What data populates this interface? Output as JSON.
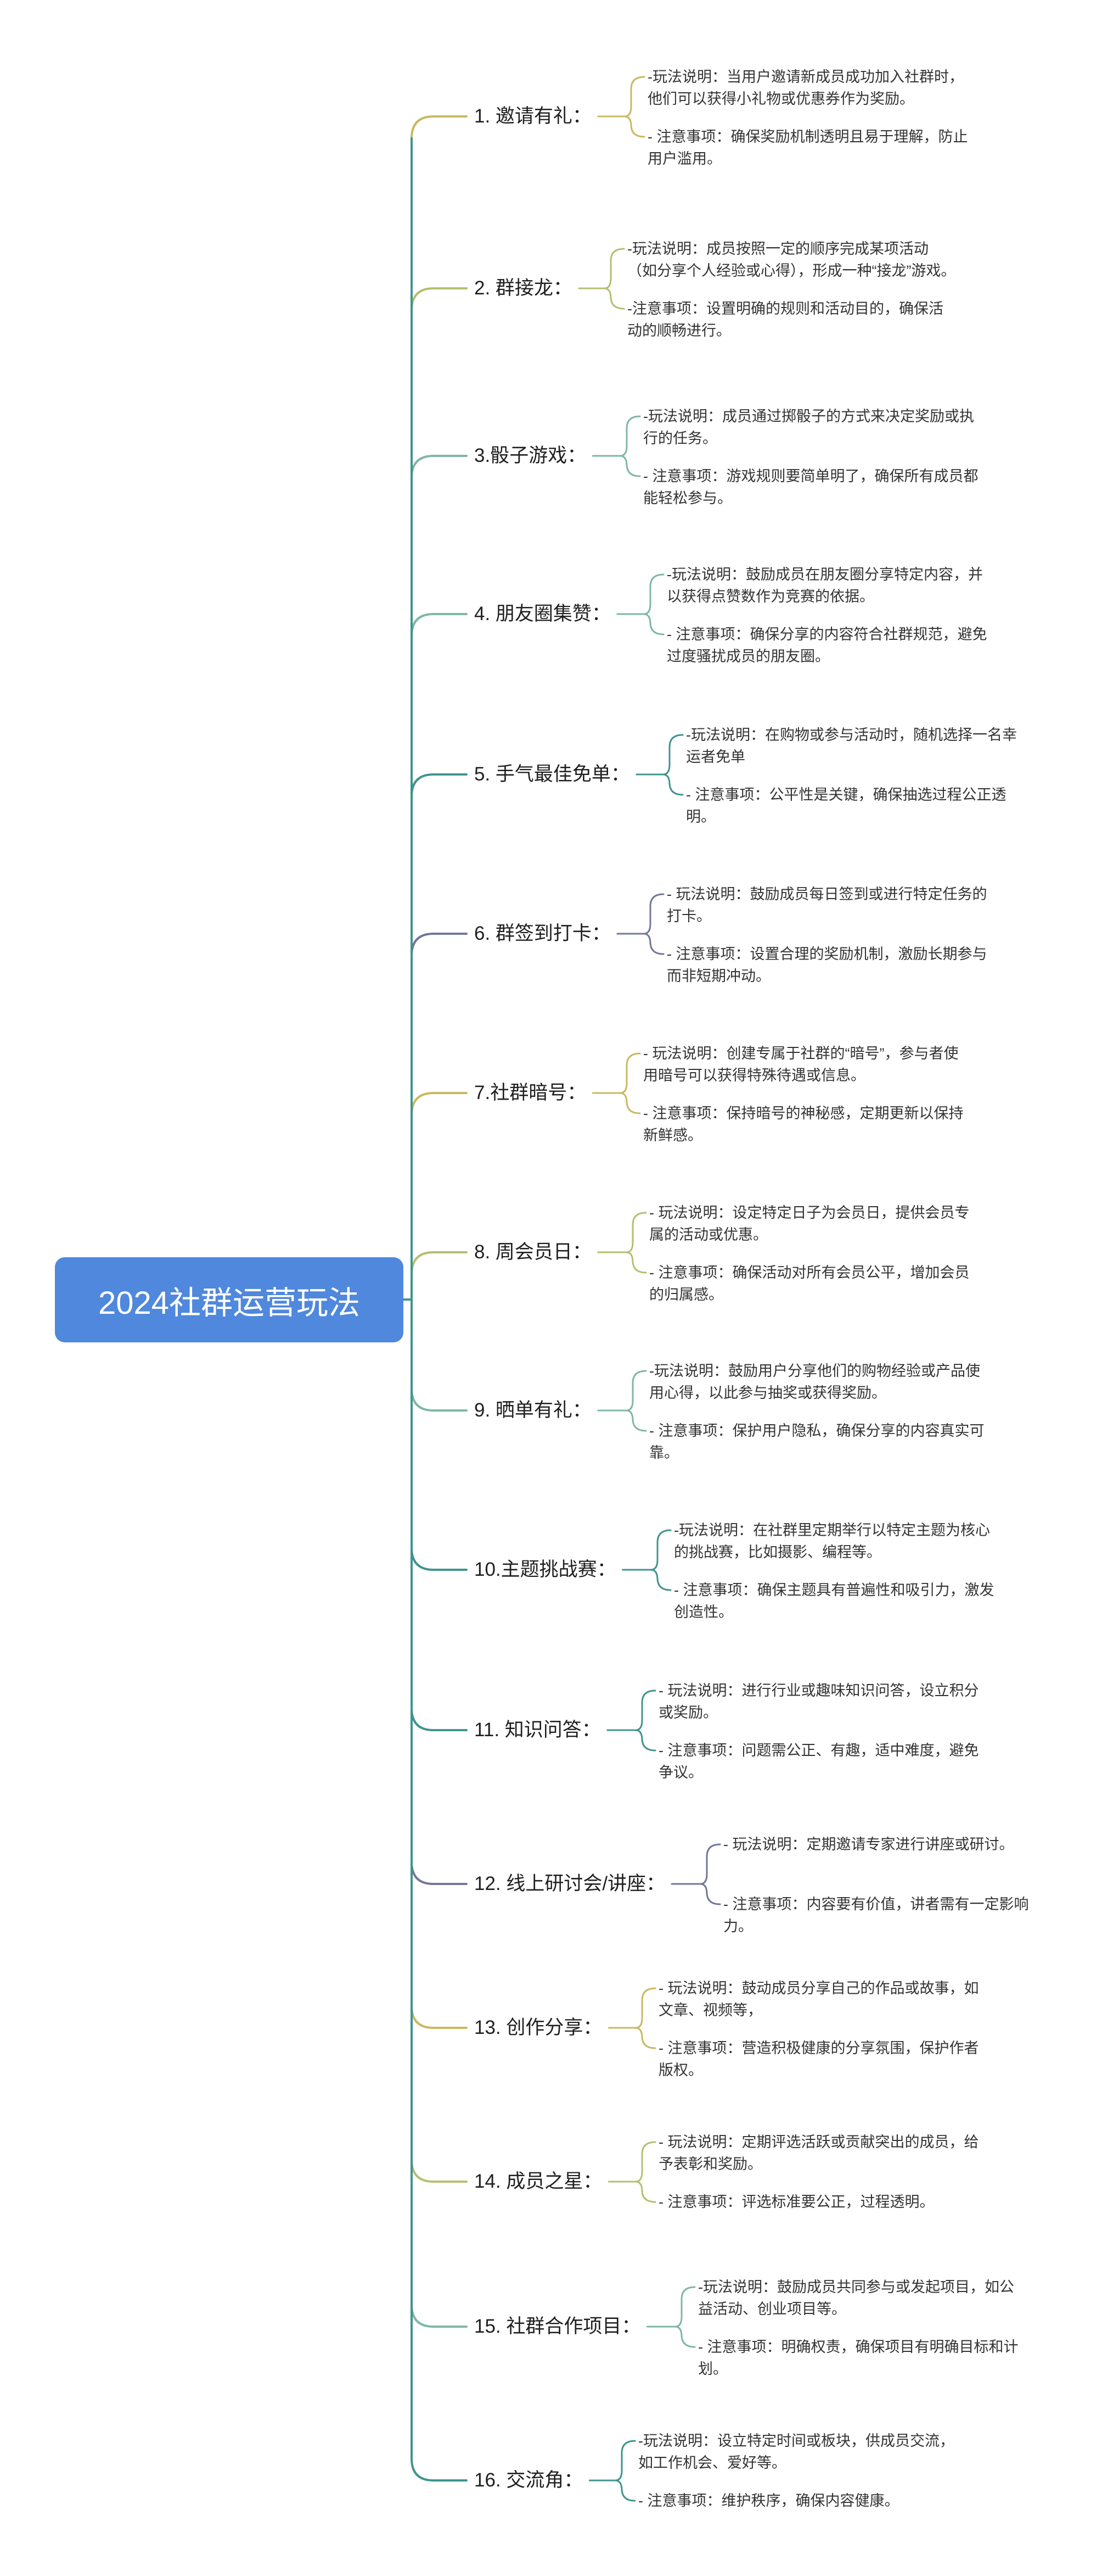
{
  "root": {
    "title": "2024社群运营玩法"
  },
  "colors": {
    "root_fill": "#4f88dc",
    "palette": [
      "#c9b860",
      "#b6be70",
      "#7eb8a1",
      "#3f948f",
      "#5e8fa6",
      "#737799"
    ]
  },
  "branches": [
    {
      "title": "1. 邀请有礼：",
      "notes": [
        "-玩法说明：当用户邀请新成员成功加入社群时，他们可以获得小礼物或优惠券作为奖励。",
        "- 注意事项：确保奖励机制透明且易于理解，防止用户滥用。"
      ]
    },
    {
      "title": "2. 群接龙：",
      "notes": [
        "-玩法说明：成员按照一定的顺序完成某项活动（如分享个人经验或心得），形成一种“接龙”游戏。",
        "-注意事项：设置明确的规则和活动目的，确保活动的顺畅进行。"
      ]
    },
    {
      "title": "3.骰子游戏：",
      "notes": [
        "-玩法说明：成员通过掷骰子的方式来决定奖励或执行的任务。",
        "- 注意事项：游戏规则要简单明了，确保所有成员都能轻松参与。"
      ]
    },
    {
      "title": "4. 朋友圈集赞：",
      "notes": [
        "-玩法说明：鼓励成员在朋友圈分享特定内容，并以获得点赞数作为竞赛的依据。",
        "- 注意事项：确保分享的内容符合社群规范，避免过度骚扰成员的朋友圈。"
      ]
    },
    {
      "title": "5. 手气最佳免单：",
      "notes": [
        "-玩法说明：在购物或参与活动时，随机选择一名幸运者免单",
        "- 注意事项：公平性是关键，确保抽选过程公正透明。"
      ]
    },
    {
      "title": "6. 群签到打卡：",
      "notes": [
        "- 玩法说明：鼓励成员每日签到或进行特定任务的打卡。",
        "- 注意事项：设置合理的奖励机制，激励长期参与而非短期冲动。"
      ]
    },
    {
      "title": "7.社群暗号：",
      "notes": [
        "- 玩法说明：创建专属于社群的“暗号”，参与者使用暗号可以获得特殊待遇或信息。",
        "- 注意事项：保持暗号的神秘感，定期更新以保持新鲜感。"
      ]
    },
    {
      "title": "8. 周会员日：",
      "notes": [
        "- 玩法说明：设定特定日子为会员日，提供会员专属的活动或优惠。",
        "- 注意事项：确保活动对所有会员公平，增加会员的归属感。"
      ]
    },
    {
      "title": "9. 晒单有礼：",
      "notes": [
        "-玩法说明：鼓励用户分享他们的购物经验或产品使用心得，以此参与抽奖或获得奖励。",
        "- 注意事项：保护用户隐私，确保分享的内容真实可靠。"
      ]
    },
    {
      "title": "10.主题挑战赛：",
      "notes": [
        "-玩法说明：在社群里定期举行以特定主题为核心的挑战赛，比如摄影、编程等。",
        "- 注意事项：确保主题具有普遍性和吸引力，激发创造性。"
      ]
    },
    {
      "title": "11. 知识问答：",
      "notes": [
        "- 玩法说明：进行行业或趣味知识问答，设立积分或奖励。",
        "- 注意事项：问题需公正、有趣，适中难度，避免争议。"
      ]
    },
    {
      "title": "12. 线上研讨会/讲座：",
      "notes": [
        "- 玩法说明：定期邀请专家进行讲座或研讨。",
        "- 注意事项：内容要有价值，讲者需有一定影响力。"
      ]
    },
    {
      "title": "13. 创作分享：",
      "notes": [
        "- 玩法说明：鼓动成员分享自己的作品或故事，如文章、视频等，",
        "- 注意事项：营造积极健康的分享氛围，保护作者版权。"
      ]
    },
    {
      "title": "14. 成员之星：",
      "notes": [
        "- 玩法说明：定期评选活跃或贡献突出的成员，给予表彰和奖励。",
        "- 注意事项：评选标准要公正，过程透明。"
      ]
    },
    {
      "title": "15. 社群合作项目：",
      "notes": [
        "-玩法说明：鼓励成员共同参与或发起项目，如公益活动、创业项目等。",
        "- 注意事项：明确权责，确保项目有明确目标和计划。"
      ]
    },
    {
      "title": "16. 交流角：",
      "notes": [
        "-玩法说明：设立特定时间或板块，供成员交流，如工作机会、爱好等。",
        "- 注意事项：维护秩序，确保内容健康。"
      ]
    }
  ]
}
